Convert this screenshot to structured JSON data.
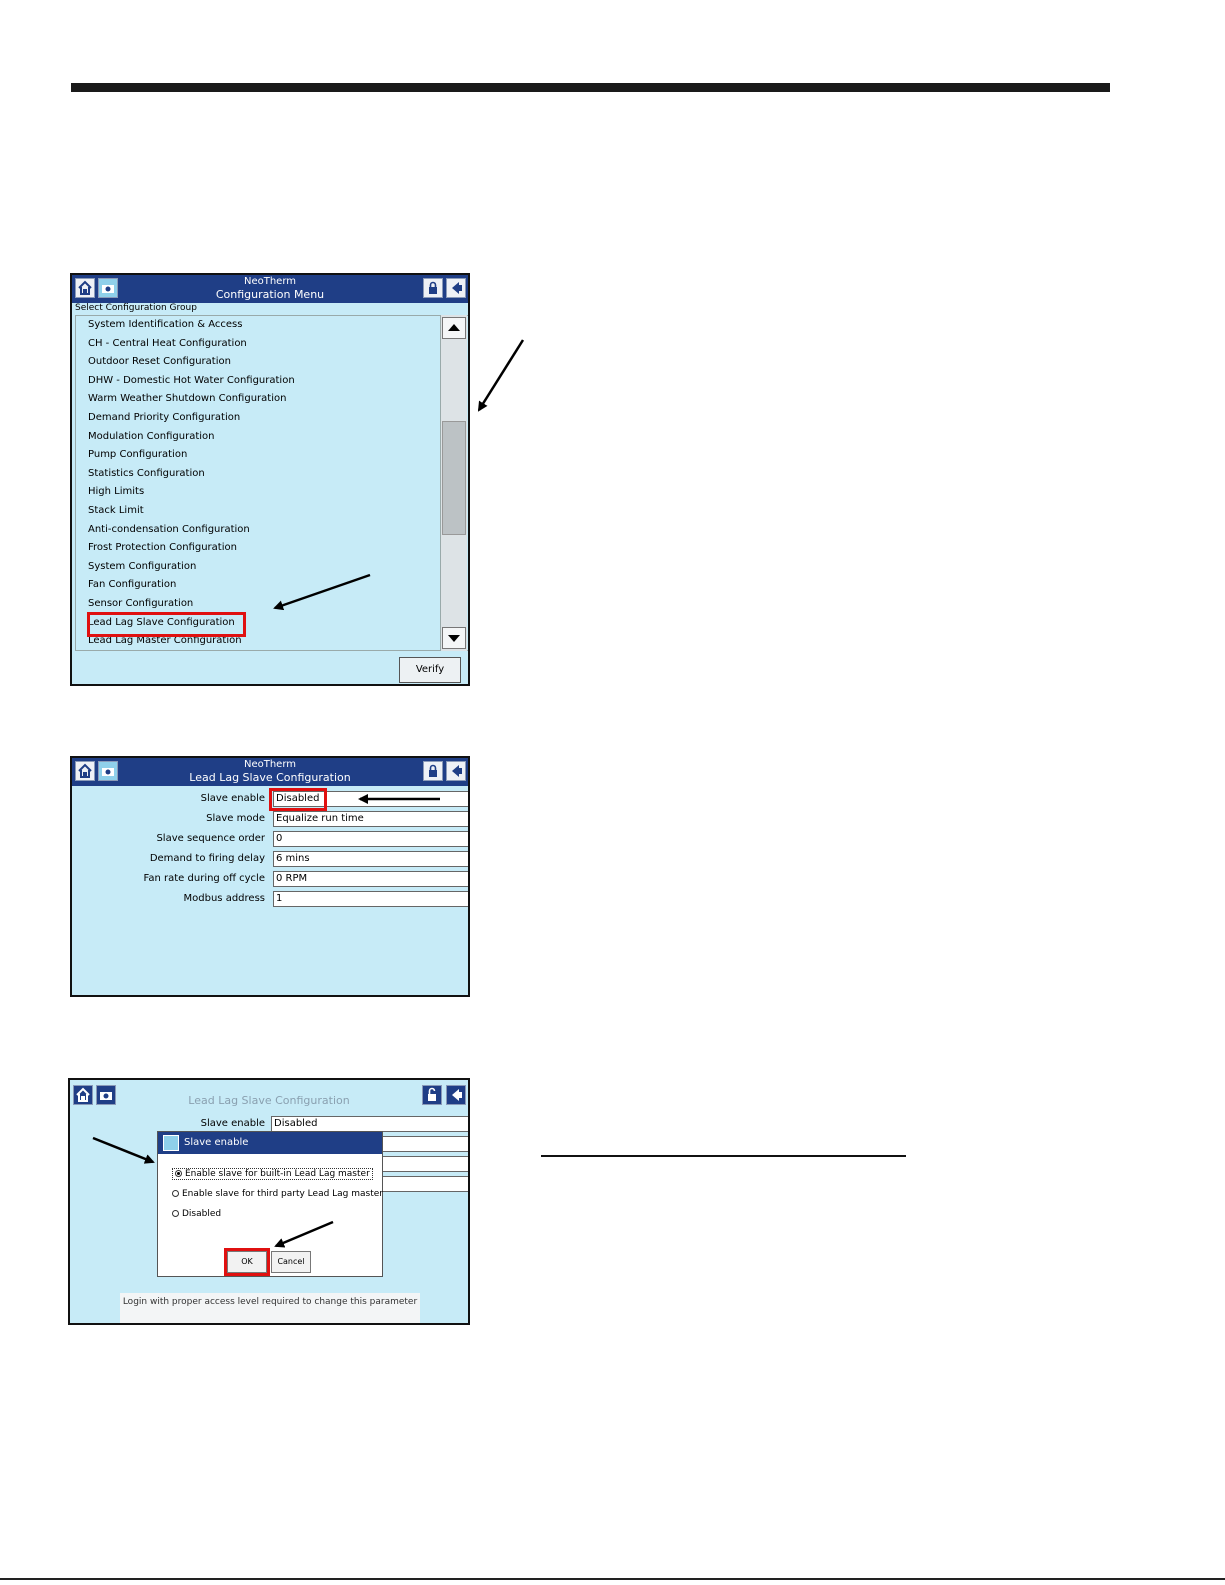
{
  "screen1": {
    "app_name": "NeoTherm",
    "title": "Configuration Menu",
    "subtitle": "Select Configuration Group",
    "items": [
      "System Identification & Access",
      "CH - Central Heat Configuration",
      "Outdoor Reset Configuration",
      "DHW - Domestic Hot Water Configuration",
      "Warm Weather Shutdown Configuration",
      "Demand Priority Configuration",
      "Modulation Configuration",
      "Pump Configuration",
      "Statistics Configuration",
      "High Limits",
      "Stack Limit",
      "Anti-condensation Configuration",
      "Frost Protection Configuration",
      "System Configuration",
      "Fan Configuration",
      "Sensor Configuration",
      "Lead Lag Slave Configuration",
      "Lead Lag Master Configuration"
    ],
    "verify_label": "Verify"
  },
  "screen2": {
    "app_name": "NeoTherm",
    "title": "Lead Lag Slave Configuration",
    "fields": [
      {
        "label": "Slave enable",
        "value": "Disabled"
      },
      {
        "label": "Slave mode",
        "value": "Equalize run time"
      },
      {
        "label": "Slave sequence order",
        "value": "0"
      },
      {
        "label": "Demand to firing delay",
        "value": "6 mins"
      },
      {
        "label": "Fan rate during off cycle",
        "value": "0 RPM"
      },
      {
        "label": "Modbus address",
        "value": "1"
      }
    ]
  },
  "screen3": {
    "title": "Lead Lag Slave Configuration",
    "field_label": "Slave enable",
    "field_value": "Disabled",
    "dialog": {
      "title": "Slave enable",
      "options": [
        "Enable slave for built-in Lead Lag master",
        "Enable slave for third party Lead Lag master",
        "Disabled"
      ],
      "selected_index": 0,
      "ok_label": "OK",
      "cancel_label": "Cancel"
    },
    "note": "Login with proper access level required to change this parameter"
  }
}
